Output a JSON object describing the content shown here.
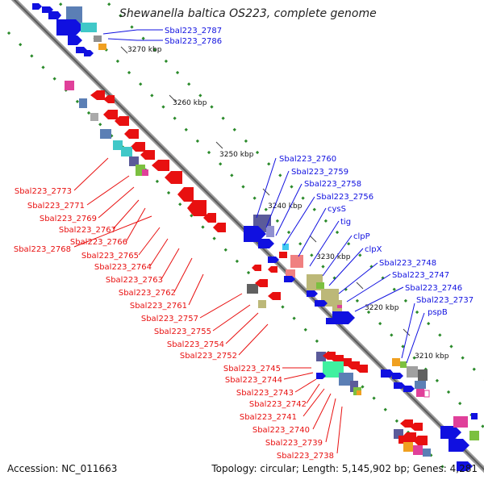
{
  "title": "Shewanella baltica OS223, complete genome",
  "footer": {
    "accession": "Accession: NC_011663",
    "topology": "Topology: circular; Length: 5,145,902 bp; Genes: 4,281"
  },
  "scale_ticks": [
    "3270 kbp",
    "3260 kbp",
    "3250 kbp",
    "3240 kbp",
    "3230 kbp",
    "3220 kbp",
    "3210 kbp"
  ],
  "forward_labels": [
    "Sbal223_2787",
    "Sbal223_2786",
    "Sbal223_2760",
    "Sbal223_2759",
    "Sbal223_2758",
    "Sbal223_2756",
    "cysS",
    "tig",
    "clpP",
    "clpX",
    "Sbal223_2748",
    "Sbal223_2747",
    "Sbal223_2746",
    "Sbal223_2737",
    "pspB"
  ],
  "reverse_labels": [
    "Sbal223_2773",
    "Sbal223_2771",
    "Sbal223_2769",
    "Sbal223_2767",
    "Sbal223_2766",
    "Sbal223_2768",
    "Sbal223_2765",
    "Sbal223_2764",
    "Sbal223_2763",
    "Sbal223_2762",
    "Sbal223_2761",
    "Sbal223_2757",
    "Sbal223_2755",
    "Sbal223_2754",
    "Sbal223_2752",
    "Sbal223_2745",
    "Sbal223_2744",
    "Sbal223_2743",
    "Sbal223_2742",
    "Sbal223_2741",
    "Sbal223_2740",
    "Sbal223_2739",
    "Sbal223_2738"
  ],
  "colors": {
    "forward": "#1010e0",
    "reverse": "#e81010",
    "backbone": "#808080",
    "dots": "#2a8a2a"
  }
}
